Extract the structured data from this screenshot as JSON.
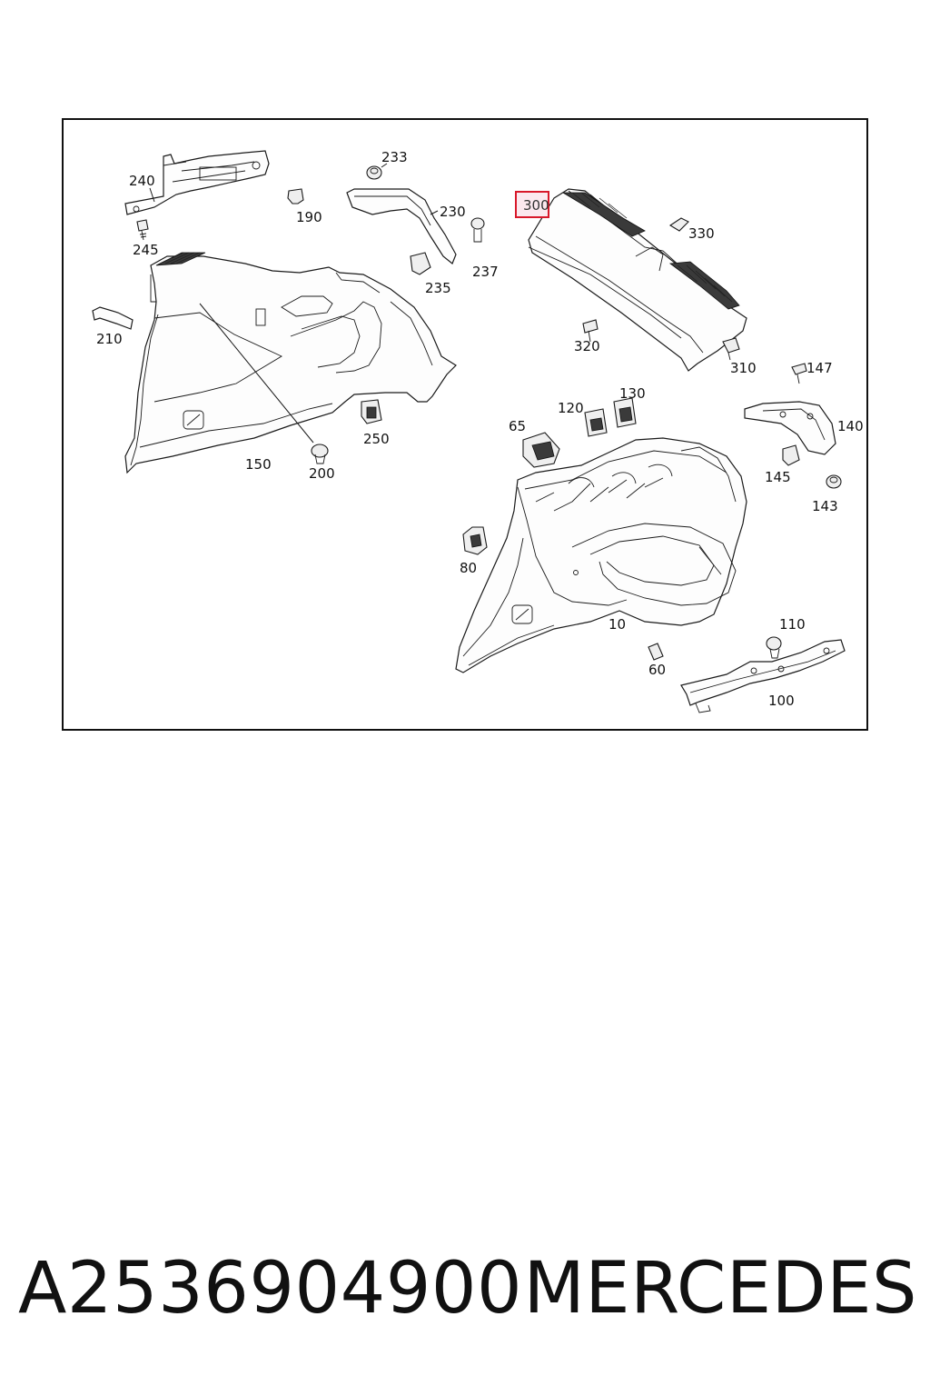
{
  "diagram": {
    "labels": {
      "l10": "10",
      "l60": "60",
      "l65": "65",
      "l80": "80",
      "l100": "100",
      "l110": "110",
      "l120": "120",
      "l130": "130",
      "l140": "140",
      "l143": "143",
      "l145": "145",
      "l147": "147",
      "l150": "150",
      "l190": "190",
      "l200": "200",
      "l210": "210",
      "l230": "230",
      "l233": "233",
      "l235": "235",
      "l237": "237",
      "l240": "240",
      "l245": "245",
      "l250": "250",
      "l300": "300",
      "l310": "310",
      "l320": "320",
      "l330": "330"
    },
    "highlighted_part": "300",
    "highlight_color": "#d8182a"
  },
  "footer": {
    "part_number": "A2536904900",
    "brand": "MERCEDES"
  }
}
